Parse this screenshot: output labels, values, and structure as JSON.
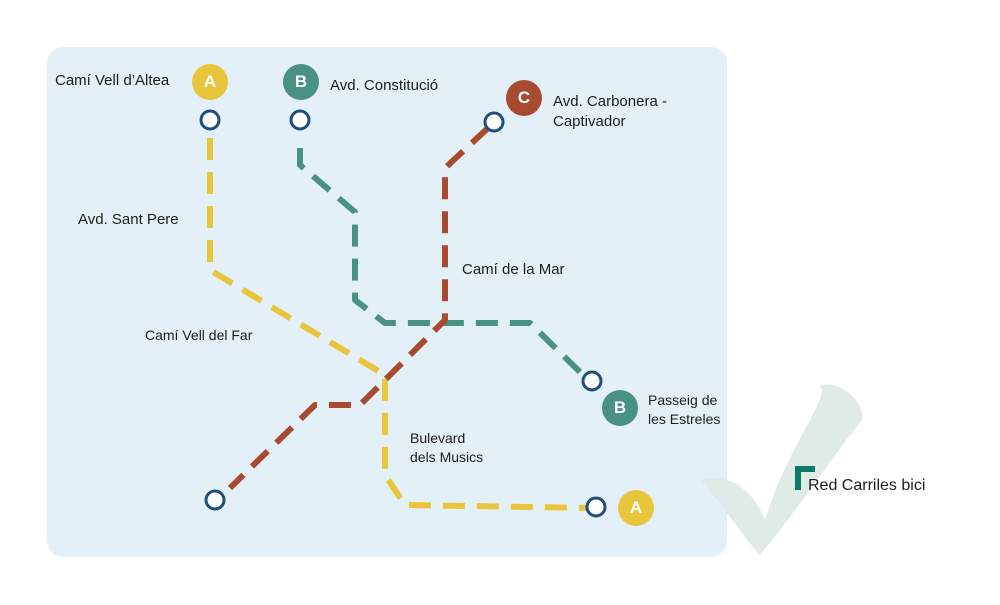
{
  "colors": {
    "background_panel": "#e4f0f7",
    "line_a": "#e8c53a",
    "line_b": "#4a9185",
    "line_c": "#a84a30",
    "station_ring": "#1e4f7c",
    "legend_accent": "#0d7a6b",
    "checkmark": "#dde9e6"
  },
  "lines": {
    "a": {
      "badge": "A"
    },
    "b": {
      "badge": "B"
    },
    "c": {
      "badge": "C"
    }
  },
  "labels": {
    "cami_vell_altea": "Camí Vell d’Altea",
    "avd_constitucio": "Avd. Constitució",
    "avd_carbonera_1": "Avd. Carbonera -",
    "avd_carbonera_2": "Captivador",
    "avd_sant_pere": "Avd. Sant Pere",
    "cami_de_la_mar": "Camí de la Mar",
    "cami_vell_far": "Camí Vell del Far",
    "passeig_1": "Passeig de",
    "passeig_2": "les Estreles",
    "bulevard_1": "Bulevard",
    "bulevard_2": "dels Musics"
  },
  "legend": {
    "label": "Red Carriles bici",
    "icon": "checkmark-icon"
  }
}
